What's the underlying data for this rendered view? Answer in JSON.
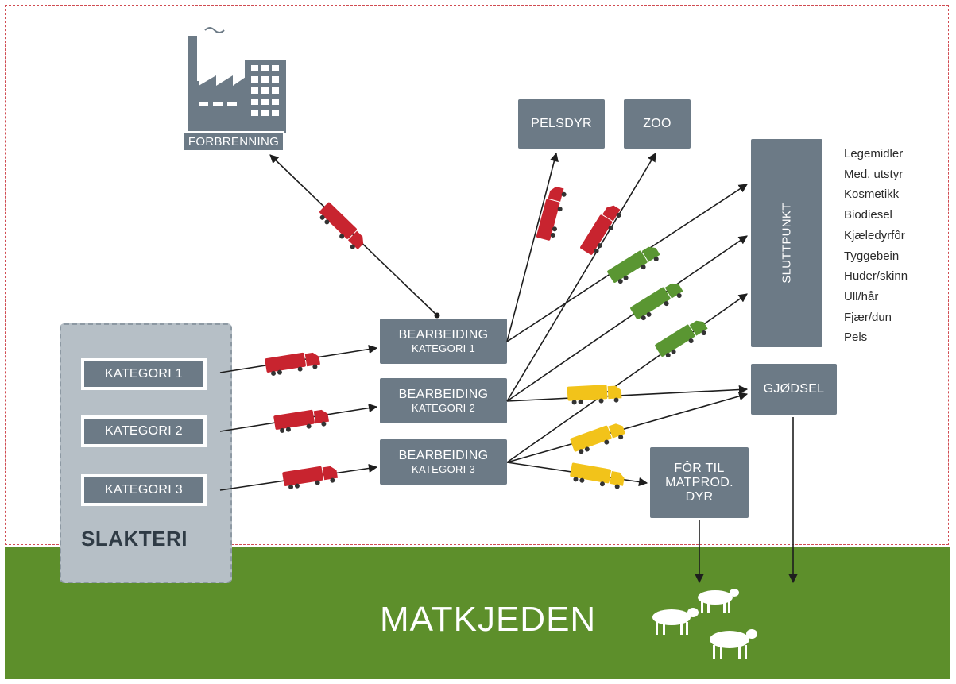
{
  "diagram": {
    "slakteri": {
      "label": "SLAKTERI",
      "categories": [
        "KATEGORI 1",
        "KATEGORI 2",
        "KATEGORI 3"
      ]
    },
    "factory_label": "FORBRENNING",
    "processing": [
      {
        "title": "BEARBEIDING",
        "subtitle": "KATEGORI 1"
      },
      {
        "title": "BEARBEIDING",
        "subtitle": "KATEGORI 2"
      },
      {
        "title": "BEARBEIDING",
        "subtitle": "KATEGORI 3"
      }
    ],
    "pelsdyr_label": "PELSDYR",
    "zoo_label": "ZOO",
    "sluttpunkt_label": "SLUTTPUNKT",
    "sluttpunkt_uses": [
      "Legemidler",
      "Med. utstyr",
      "Kosmetikk",
      "Biodiesel",
      "Kjæledyrfôr",
      "Tyggebein",
      "Huder/skinn",
      "Ull/hår",
      "Fjær/dun",
      "Pels"
    ],
    "gjodsel_label": "GJØDSEL",
    "feed": {
      "line1": "FÔR TIL",
      "line2": "MATPROD.",
      "line3": "DYR"
    },
    "matkjeden_label": "MATKJEDEN",
    "colors": {
      "box": "#6c7a86",
      "truck_red": "#c8242f",
      "truck_green": "#5a9632",
      "truck_yellow": "#f2c31a",
      "ground": "#5d8f2b",
      "dashed_border": "#d04c52"
    }
  }
}
